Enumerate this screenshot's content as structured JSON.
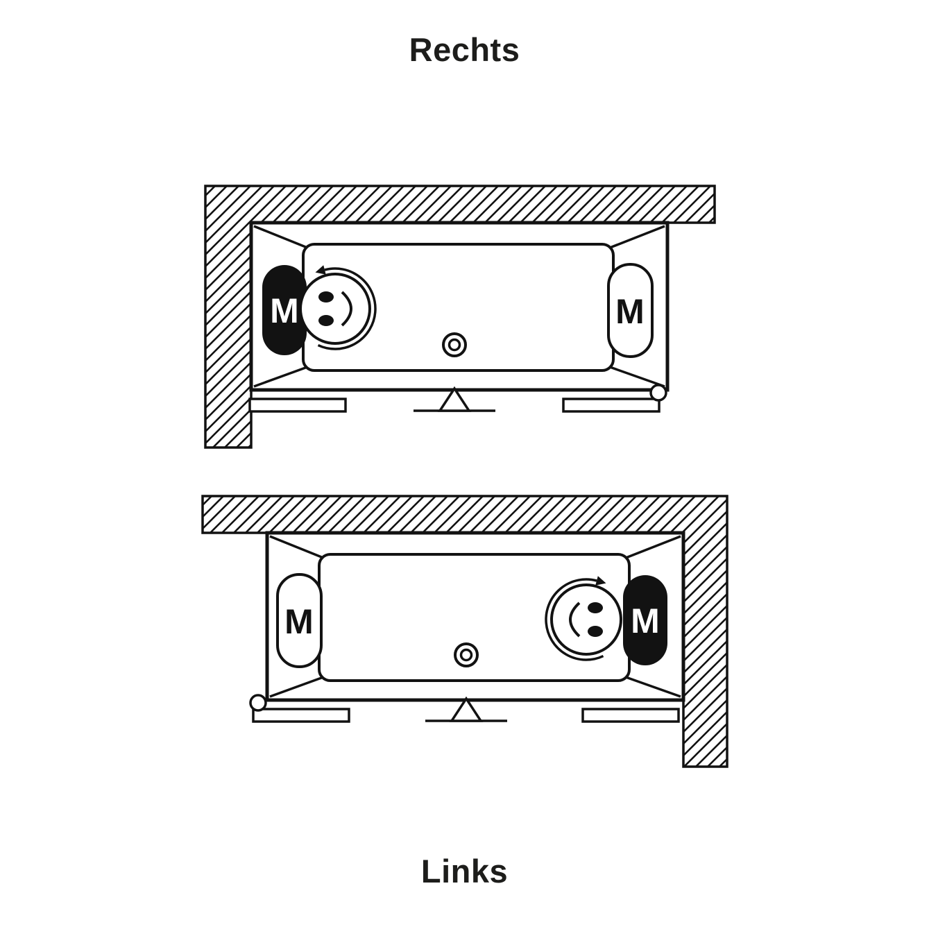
{
  "titles": {
    "top": "Rechts",
    "bottom": "Links"
  },
  "labels": {
    "headrest_m": "M"
  },
  "colors": {
    "ink": "#121212",
    "background": "#ffffff",
    "headrest_fill": "#000000"
  }
}
